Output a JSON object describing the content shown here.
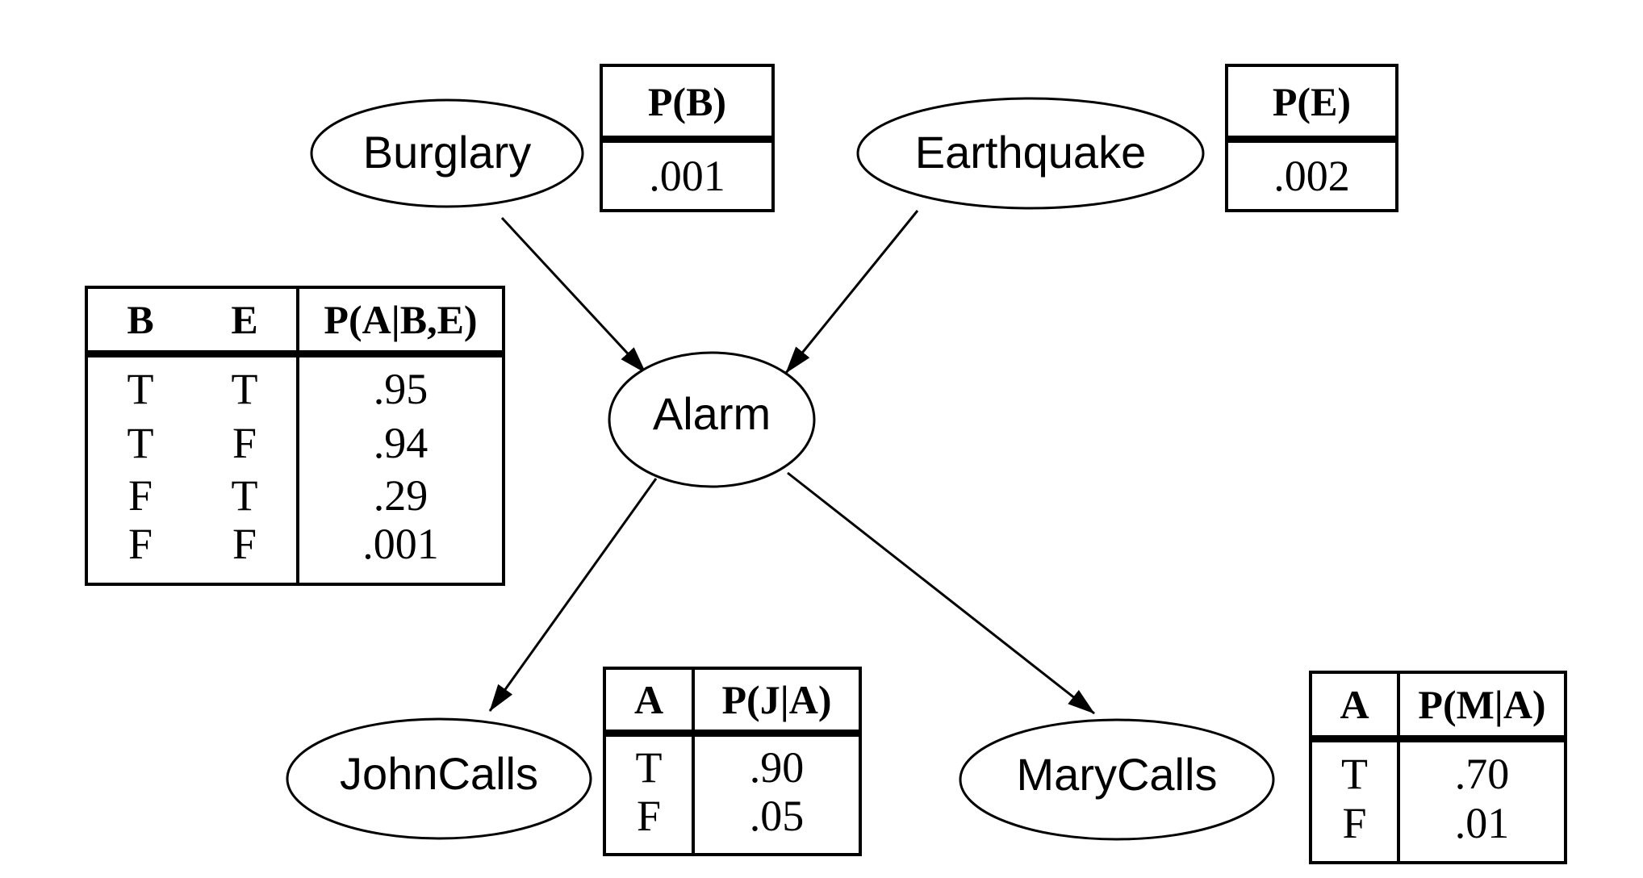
{
  "nodes": {
    "burglary": "Burglary",
    "earthquake": "Earthquake",
    "alarm": "Alarm",
    "johncalls": "JohnCalls",
    "marycalls": "MaryCalls"
  },
  "edges": [
    {
      "from": "Burglary",
      "to": "Alarm"
    },
    {
      "from": "Earthquake",
      "to": "Alarm"
    },
    {
      "from": "Alarm",
      "to": "JohnCalls"
    },
    {
      "from": "Alarm",
      "to": "MaryCalls"
    }
  ],
  "cpt_b": {
    "header": "P(B)",
    "value": ".001"
  },
  "cpt_e": {
    "header": "P(E)",
    "value": ".002"
  },
  "cpt_a": {
    "headers": [
      "B",
      "E",
      "P(A|B,E)"
    ],
    "rows": [
      [
        "T",
        "T",
        ".95"
      ],
      [
        "T",
        "F",
        ".94"
      ],
      [
        "F",
        "T",
        ".29"
      ],
      [
        "F",
        "F",
        ".001"
      ]
    ]
  },
  "cpt_j": {
    "headers": [
      "A",
      "P(J|A)"
    ],
    "rows": [
      [
        "T",
        ".90"
      ],
      [
        "F",
        ".05"
      ]
    ]
  },
  "cpt_m": {
    "headers": [
      "A",
      "P(M|A)"
    ],
    "rows": [
      [
        "T",
        ".70"
      ],
      [
        "F",
        ".01"
      ]
    ]
  }
}
